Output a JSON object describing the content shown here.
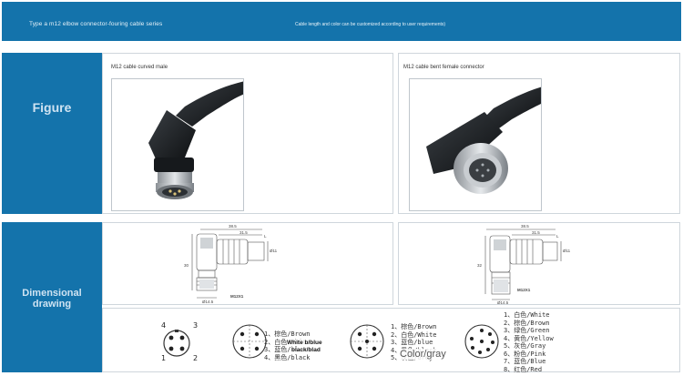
{
  "header": {
    "title": "Type a m12 elbow connector-fouring cable series",
    "note": "Cable length and color can be customized according to user requirements)"
  },
  "sections": {
    "figure_label": "Figure",
    "dimensional_line1": "Dimensional",
    "dimensional_line2": "drawing"
  },
  "figure": {
    "male_caption": "M12 cable curved male",
    "female_caption": "M12 cable bent female connector"
  },
  "drawing": {
    "male": {
      "top_dim": "38.5",
      "inner_dim": "31.5",
      "side_dim_l": "L",
      "height_dim": "30",
      "side_dim_m": "Ø11",
      "bottom_dim": "Ø14.5",
      "thread": "M12X1"
    },
    "female": {
      "top_dim": "38.5",
      "inner_dim": "31.5",
      "side_dim_l": "L",
      "height_dim": "32",
      "side_dim_m": "Ø11",
      "bottom_dim": "Ø14.5",
      "thread": "M12X1"
    }
  },
  "pinouts": {
    "four_pin_male": {
      "numbers": [
        "4",
        "3",
        "1",
        "2"
      ]
    },
    "four_pin_list_1": {
      "lines": [
        "1、棕色/Brown",
        "2、白色/White",
        "3、蓝色/blue",
        "4、黑色/black"
      ],
      "overlay_1": "White b/blue",
      "overlay_2": "black/blad"
    },
    "four_pin_list_2": {
      "lines": [
        "1、棕色/Brown",
        "2、白色/White",
        "3、蓝色/blue",
        "4、黑色/black",
        "5、灰色/Grey"
      ],
      "overlay": "Color/gray"
    },
    "eight_pin_list": {
      "lines": [
        "1、白色/White",
        "2、棕色/Brown",
        "3、绿色/Green",
        "4、黄色/Yellow",
        "5、灰色/Gray",
        "6、粉色/Pink",
        "7、蓝色/Blue",
        "8、红色/Red"
      ]
    }
  }
}
